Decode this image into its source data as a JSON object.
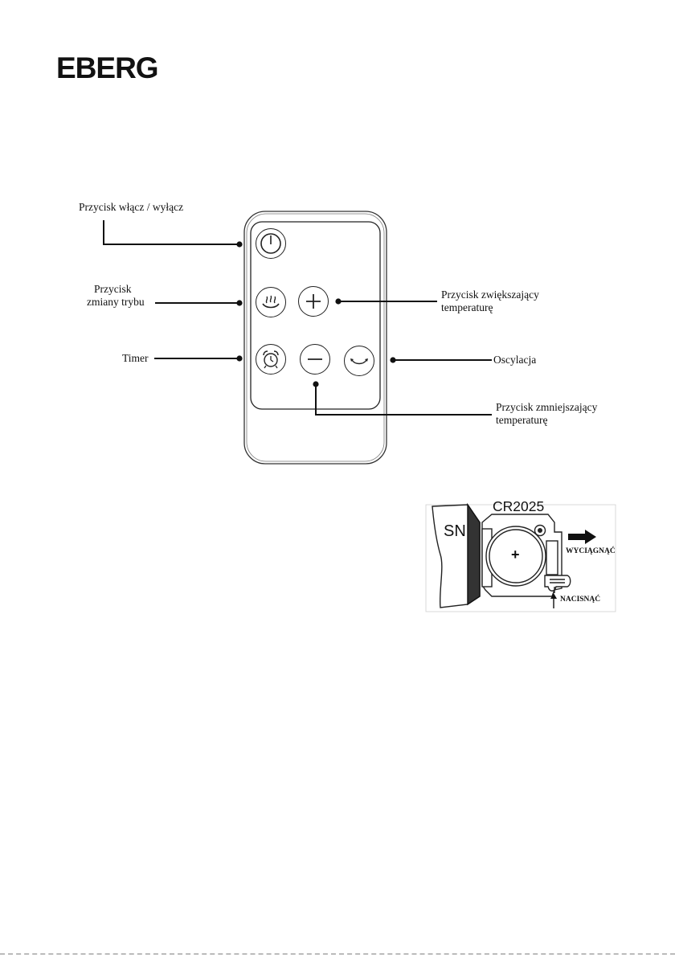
{
  "brand": {
    "logo_text": "EBERG"
  },
  "remote": {
    "labels": {
      "power": "Przycisk włącz / wyłącz",
      "mode_line1": "Przycisk",
      "mode_line2": "zmiany trybu",
      "timer": "Timer",
      "temp_up_line1": "Przycisk zwiększający",
      "temp_up_line2": "temperaturę",
      "oscillation": "Oscylacja",
      "temp_down_line1": "Przycisk zmniejszający",
      "temp_down_line2": "temperaturę"
    },
    "buttons": [
      {
        "id": "power",
        "icon": "power-icon"
      },
      {
        "id": "mode",
        "icon": "heat-mode-icon"
      },
      {
        "id": "plus",
        "icon": "plus-icon"
      },
      {
        "id": "timer",
        "icon": "alarm-clock-icon"
      },
      {
        "id": "minus",
        "icon": "minus-icon"
      },
      {
        "id": "oscillation",
        "icon": "oscillation-icon"
      }
    ]
  },
  "battery": {
    "sn_label": "SN",
    "model": "CR2025",
    "polarity": "+",
    "pull_label": "WYCIĄGNĄĆ",
    "press_label": "NACISNĄĆ"
  },
  "colors": {
    "ink": "#111111",
    "background": "#ffffff"
  }
}
